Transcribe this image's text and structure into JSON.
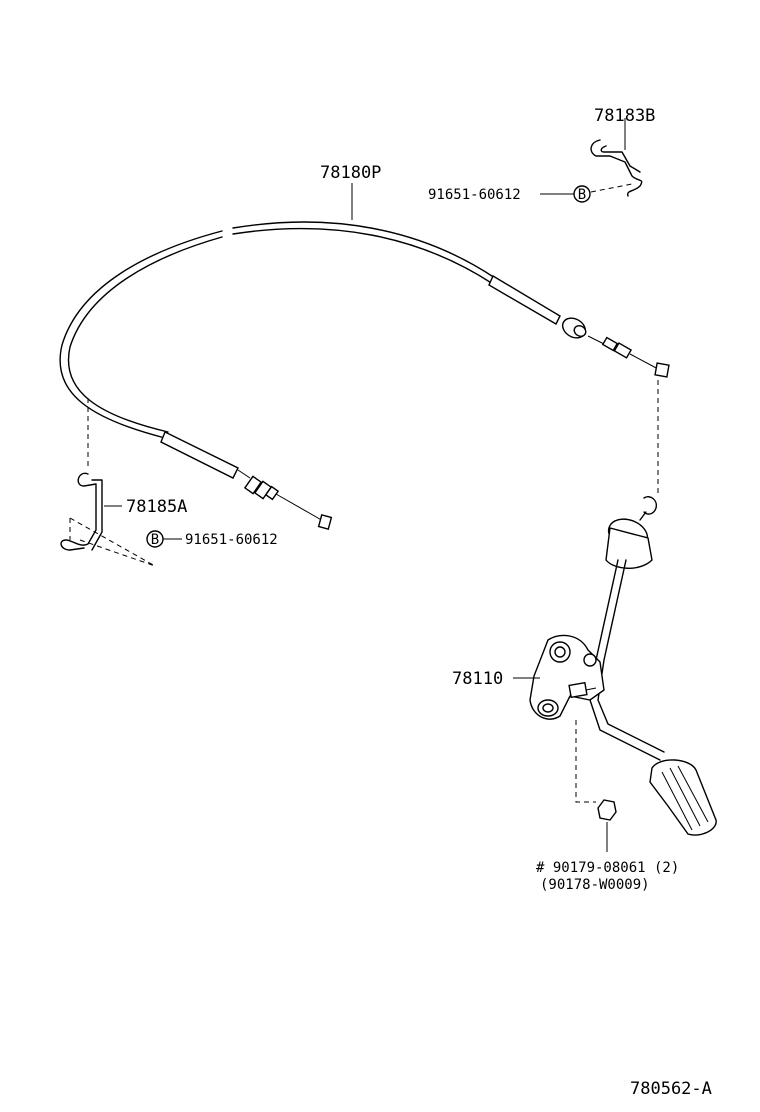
{
  "parts": {
    "cable_clip_upper": "78183B",
    "cable": "78180P",
    "bolt_upper": "91651-60612",
    "clip_lower": "78185A",
    "bolt_lower": "91651-60612",
    "pedal_assembly": "78110",
    "nut_line1": "# 90179-08061 (2)",
    "nut_line2": "(90178-W0009)",
    "bolt_marker": "B"
  },
  "diagram_id": "780562-A"
}
